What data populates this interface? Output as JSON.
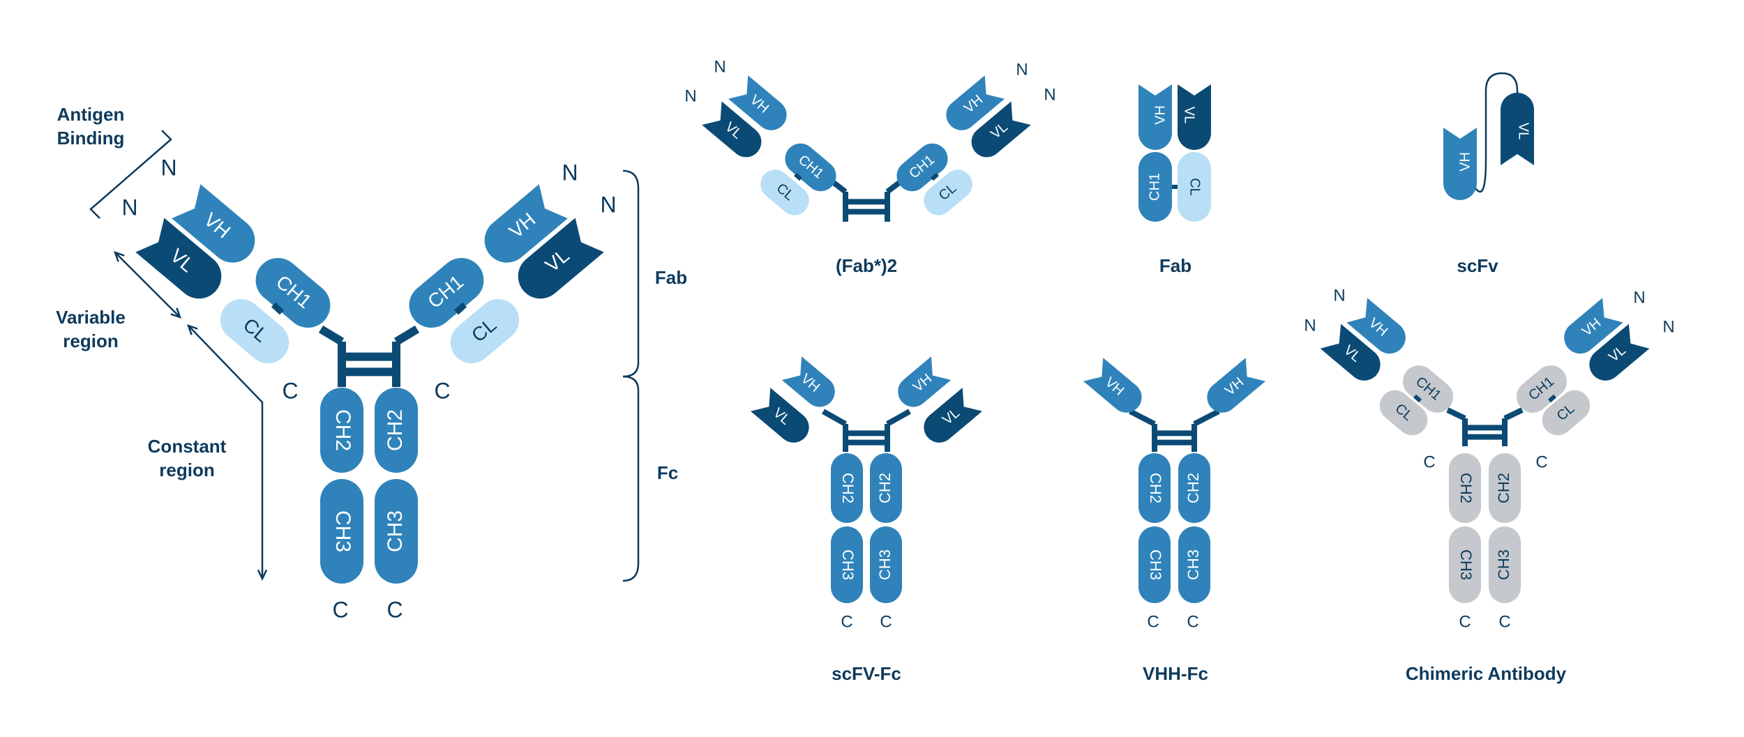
{
  "colors": {
    "mid": "#2f83ba",
    "dark": "#0b4a74",
    "light": "#b8dff5",
    "grey": "#c5c8cc",
    "text": "#0d3a5c",
    "white": "#ffffff"
  },
  "domains": {
    "vh": "VH",
    "vl": "VL",
    "ch1": "CH1",
    "cl": "CL",
    "ch2": "CH2",
    "ch3": "CH3"
  },
  "termini": {
    "n": "N",
    "c": "C"
  },
  "annotations": {
    "antigen_binding_1": "Antigen",
    "antigen_binding_2": "Binding",
    "variable_region_1": "Variable",
    "variable_region_2": "region",
    "constant_region_1": "Constant",
    "constant_region_2": "region",
    "fab": "Fab",
    "fc": "Fc"
  },
  "formats": {
    "fab2": "(Fab*)2",
    "fab": "Fab",
    "scfv": "scFv",
    "scfv_fc": "scFV-Fc",
    "vhh_fc": "VHH-Fc",
    "chimeric": "Chimeric Antibody"
  }
}
